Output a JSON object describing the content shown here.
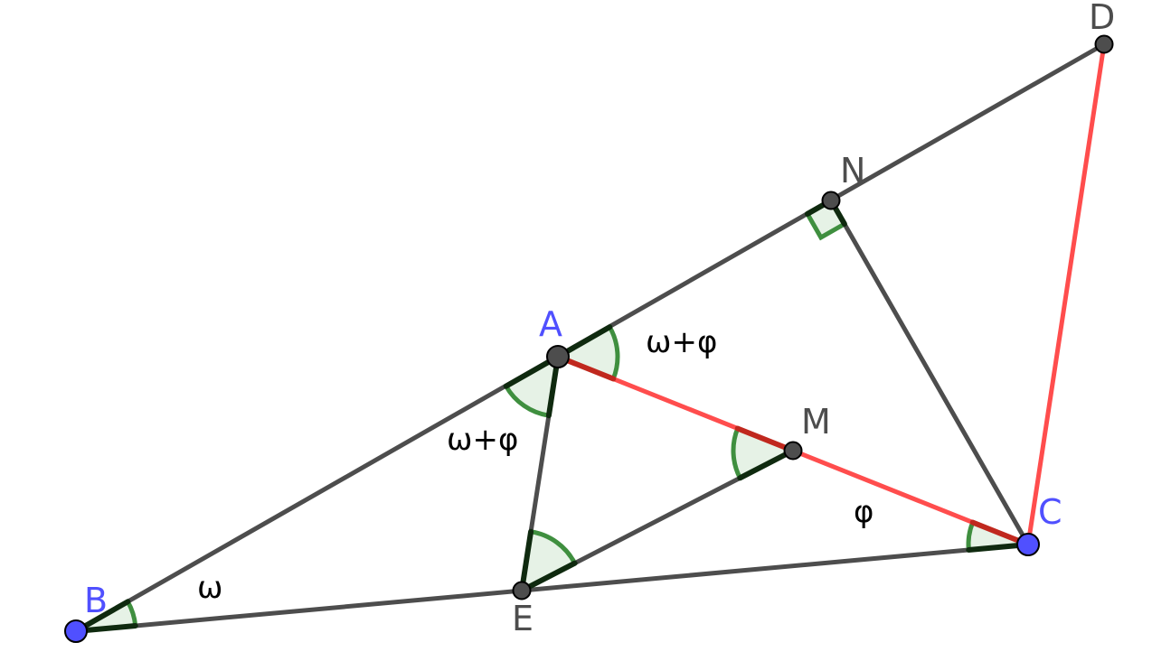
{
  "diagram": {
    "colors": {
      "segment": "#4d4d4d",
      "red_segment": "#ff4d4d",
      "dark_red_segment": "#c0281e",
      "angle_stroke": "#3f8f3f",
      "angle_fill": "#e6f2e6",
      "angle_edge": "#0f2a0f",
      "point_fill": "#4d4d4d",
      "free_point_fill": "#5050ff",
      "free_label": "#5050ff",
      "label": "#4d4d4d",
      "angle_label": "#000000"
    },
    "points": {
      "A": {
        "label": "A",
        "free": false
      },
      "B": {
        "label": "B",
        "free": true
      },
      "C": {
        "label": "C",
        "free": true
      },
      "D": {
        "label": "D",
        "free": false
      },
      "E": {
        "label": "E",
        "free": false
      },
      "M": {
        "label": "M",
        "free": false
      },
      "N": {
        "label": "N",
        "free": false
      }
    },
    "segments": [
      {
        "from": "B",
        "to": "D",
        "color": "segment"
      },
      {
        "from": "B",
        "to": "C",
        "color": "segment"
      },
      {
        "from": "A",
        "to": "E",
        "color": "segment"
      },
      {
        "from": "E",
        "to": "M",
        "color": "segment"
      },
      {
        "from": "N",
        "to": "C",
        "color": "segment"
      },
      {
        "from": "A",
        "to": "C",
        "color": "red_segment"
      },
      {
        "from": "C",
        "to": "D",
        "color": "red_segment"
      }
    ],
    "angles": [
      {
        "vertex": "B",
        "from": "C",
        "to": "A",
        "type": "arc"
      },
      {
        "vertex": "A",
        "from": "B",
        "to": "E",
        "type": "arc"
      },
      {
        "vertex": "A",
        "from": "N",
        "to": "C",
        "type": "arc"
      },
      {
        "vertex": "M",
        "from": "A",
        "to": "E",
        "type": "arc"
      },
      {
        "vertex": "E",
        "from": "M",
        "to": "A",
        "type": "arc"
      },
      {
        "vertex": "C",
        "from": "B",
        "to": "A",
        "type": "arc"
      },
      {
        "vertex": "N",
        "from": "A",
        "to": "C",
        "type": "right"
      }
    ],
    "angle_labels": {
      "omega": "ω",
      "omega_plus_phi_left": "ω+φ",
      "omega_plus_phi_right": "ω+φ",
      "phi": "φ"
    }
  }
}
